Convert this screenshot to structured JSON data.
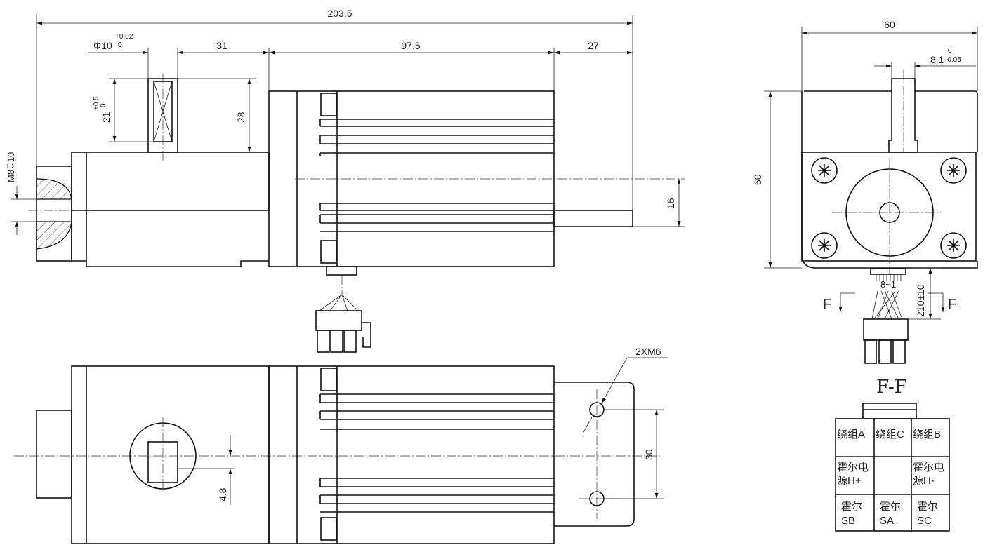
{
  "side_view": {
    "overall_length": "203.5",
    "shaft_diameter": "Φ10",
    "shaft_diameter_tol_upper": "+0.02",
    "shaft_diameter_tol_lower": "0",
    "dim_shaft_to_motor": "31",
    "dim_motor_length": "97.5",
    "dim_rear": "27",
    "key_length": "21",
    "key_length_tol_upper": "+0.5",
    "key_length_tol_lower": "0",
    "shaft_height": "28",
    "thread": "M8↧10",
    "offset": "16"
  },
  "bottom_view": {
    "mount_holes": "2XM6",
    "hole_spacing": "30",
    "shaft_offset": "4.8"
  },
  "end_view": {
    "width": "60",
    "height": "60",
    "flat": "8.1",
    "flat_tol_upper": "0",
    "flat_tol_lower": "-0.05",
    "pin_order": "8~1",
    "lead_length": "210±10",
    "section_mark": "F"
  },
  "section": {
    "title": "F-F",
    "pinout": [
      [
        [
          "绕组A"
        ],
        [
          "绕组C"
        ],
        [
          "绕组B"
        ]
      ],
      [
        [
          "霍尔电",
          "源H+"
        ],
        [
          ""
        ],
        [
          "霍尔电",
          "源H-"
        ]
      ],
      [
        [
          "霍尔",
          "SB"
        ],
        [
          "霍尔",
          "SA"
        ],
        [
          "霍尔",
          "SC"
        ]
      ]
    ]
  }
}
